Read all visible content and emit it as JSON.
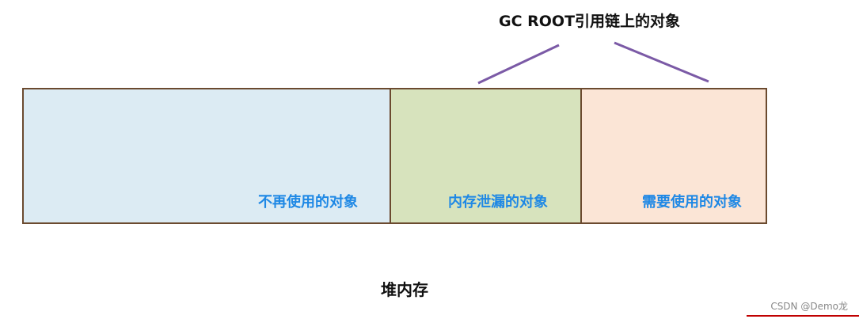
{
  "title": "GC ROOT引用链上的对象",
  "heap_label": "堆内存",
  "segments": [
    {
      "label": "不再使用的对象"
    },
    {
      "label": "内存泄漏的对象"
    },
    {
      "label": "需要使用的对象"
    }
  ],
  "colors": {
    "border": "#6b4a2f",
    "unused": "#dcebf3",
    "leaked": "#d7e3bd",
    "needed": "#fbe5d6",
    "label": "#1e88e5",
    "connector": "#7b5aa6"
  },
  "watermark": "CSDN @Demo龙"
}
